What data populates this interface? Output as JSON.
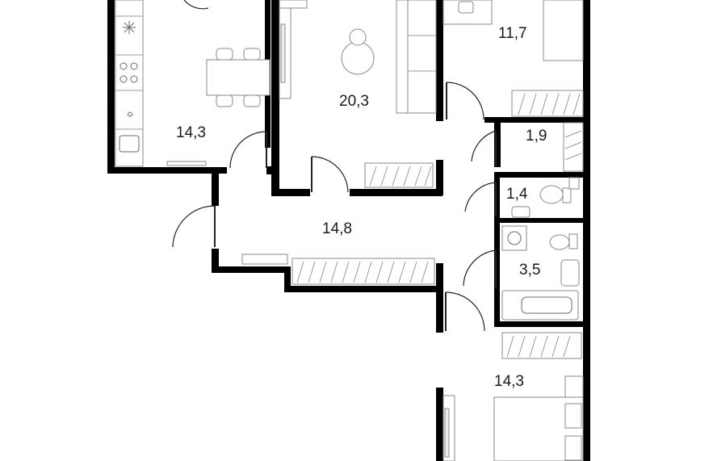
{
  "rooms": [
    {
      "id": "kitchen",
      "area": "14,3"
    },
    {
      "id": "living-room",
      "area": "20,3"
    },
    {
      "id": "bedroom-top",
      "area": "11,7"
    },
    {
      "id": "storage",
      "area": "1,9"
    },
    {
      "id": "toilet",
      "area": "1,4"
    },
    {
      "id": "bathroom",
      "area": "3,5"
    },
    {
      "id": "hallway",
      "area": "14,8"
    },
    {
      "id": "bedroom-bottom",
      "area": "14,3"
    }
  ],
  "colors": {
    "wall": "#000000",
    "furniture_line": "#8a8a8a",
    "background": "#ffffff"
  }
}
